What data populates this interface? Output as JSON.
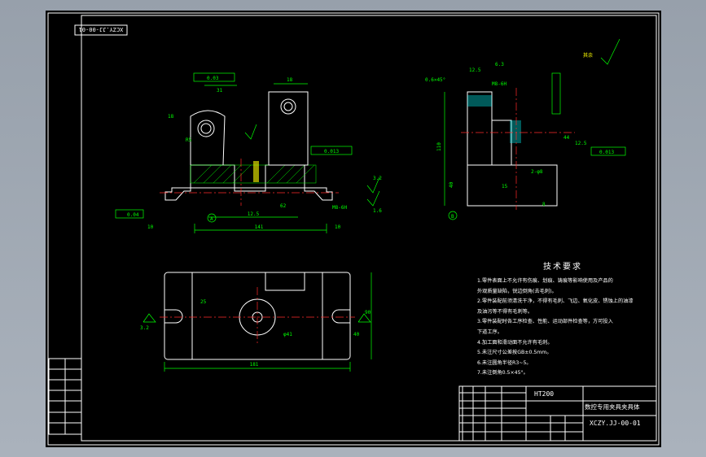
{
  "drawing": {
    "code_rotated": "XCZY.JJ-00-01",
    "roughness_other": "其余",
    "tech_title": "技术要求",
    "tech_notes": [
      "1.零件表面上不允许有伤痕、划痕、铸痕等影响使用及产品的",
      "  外观质量缺陷，锐边倒角(去毛刺)。",
      "2.零件装配前须清洗干净，不得有毛刺、飞边、氧化皮、锈蚀上的油漆",
      "  及油污等不得有毛刺等。",
      "3.零件装配时各工序检查、性能、运动部件检查等，方可投入",
      "  下道工序。",
      "4.加工面和滑动面不允许有毛刺。",
      "5.未注尺寸公差按GB±0.5mm。",
      "6.未注圆角半径R3~5。",
      "7.未注倒角0.5×45°。"
    ],
    "title_block": {
      "material": "HT200",
      "part_name": "数控专用夹具夹具体",
      "drawing_number": "XCZY.JJ-00-01"
    },
    "dims": {
      "d141": "141",
      "d181": "181",
      "d110": "110",
      "d40": "40",
      "d25": "25",
      "d12_5": "12.5",
      "d10": "10",
      "d18": "18",
      "dR5": "R5",
      "dphi41": "φ41",
      "tol_0_03": "0.03",
      "tol_0_013": "0.013",
      "tol_0_04": "0.04",
      "datum_a": "A",
      "datum_b": "B",
      "chamfer": "0.6×45°",
      "thread": "M8-6H",
      "roughness_3_2": "3.2",
      "roughness_1_6": "1.6",
      "roughness_6_3": "6.3",
      "dim_31": "31",
      "dim_15": "15",
      "dim_8": "8",
      "dim_62": "62",
      "dim_44": "44",
      "dim_90": "90",
      "dim_2xphi8": "2-φ8"
    }
  }
}
